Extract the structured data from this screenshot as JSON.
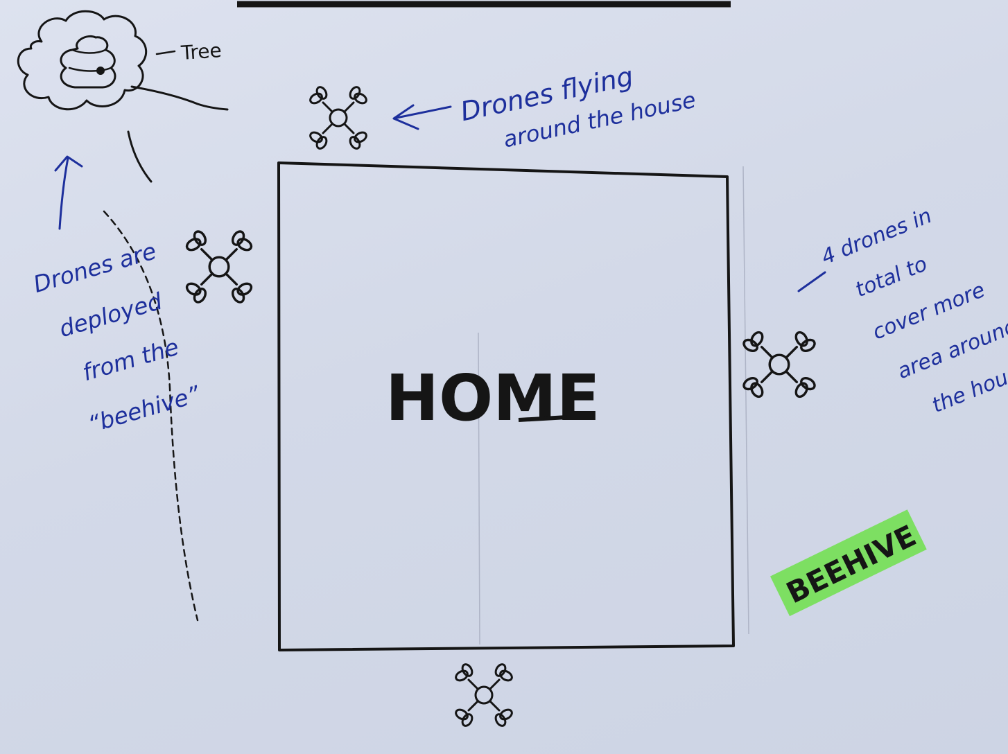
{
  "labels": {
    "tree": "Tree",
    "home": "HOME",
    "beehive_tag": "BEEHIVE",
    "drones_flying": [
      "Drones flying",
      "around the house"
    ],
    "drones_deployed": [
      "Drones are",
      "deployed",
      "from the",
      "“beehive”"
    ],
    "four_drones": [
      "4 drones in",
      "total to",
      "cover more",
      "area around",
      "the house"
    ]
  },
  "colors": {
    "paper": "#d6dbea",
    "pen_black": "#151515",
    "pen_blue": "#1d2f9c",
    "highlighter_green": "#6fe04a"
  },
  "icons": [
    "tree-icon",
    "beehive-icon",
    "drone-icon",
    "arrow-icon"
  ]
}
